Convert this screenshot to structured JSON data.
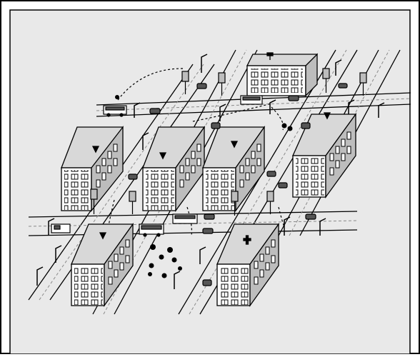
{
  "figure": {
    "kind": "isometric-town-illustration",
    "colors": {
      "background": "#e9e9e9",
      "outline": "#000000",
      "roof": "#d8d8d8",
      "wall_light": "#ffffff",
      "wall_dark": "#bdbdbd",
      "window": "#ffffff",
      "road_line": "#8a8a8a"
    },
    "elements": {
      "buildings": [
        "apartment-building"
      ],
      "street_furniture": [
        "street-lamp",
        "traffic-light"
      ],
      "vehicles": [
        "bus",
        "car",
        "van"
      ],
      "people": [
        "pedestrian"
      ],
      "paths": [
        "dashed-route"
      ]
    }
  }
}
